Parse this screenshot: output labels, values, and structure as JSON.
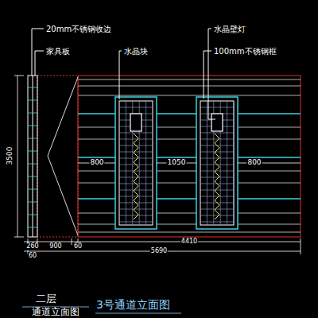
{
  "diagram": {
    "title": "3号通道立面图",
    "labels": [
      "20mm不锈钢收边",
      "家具板",
      "水晶块",
      "水晶壁灯",
      "100mm不锈钢框",
      "3500",
      "800",
      "1050",
      "800",
      "260",
      "900",
      "60",
      "4410",
      "60",
      "5690",
      "二层",
      "通道立面图"
    ]
  }
}
